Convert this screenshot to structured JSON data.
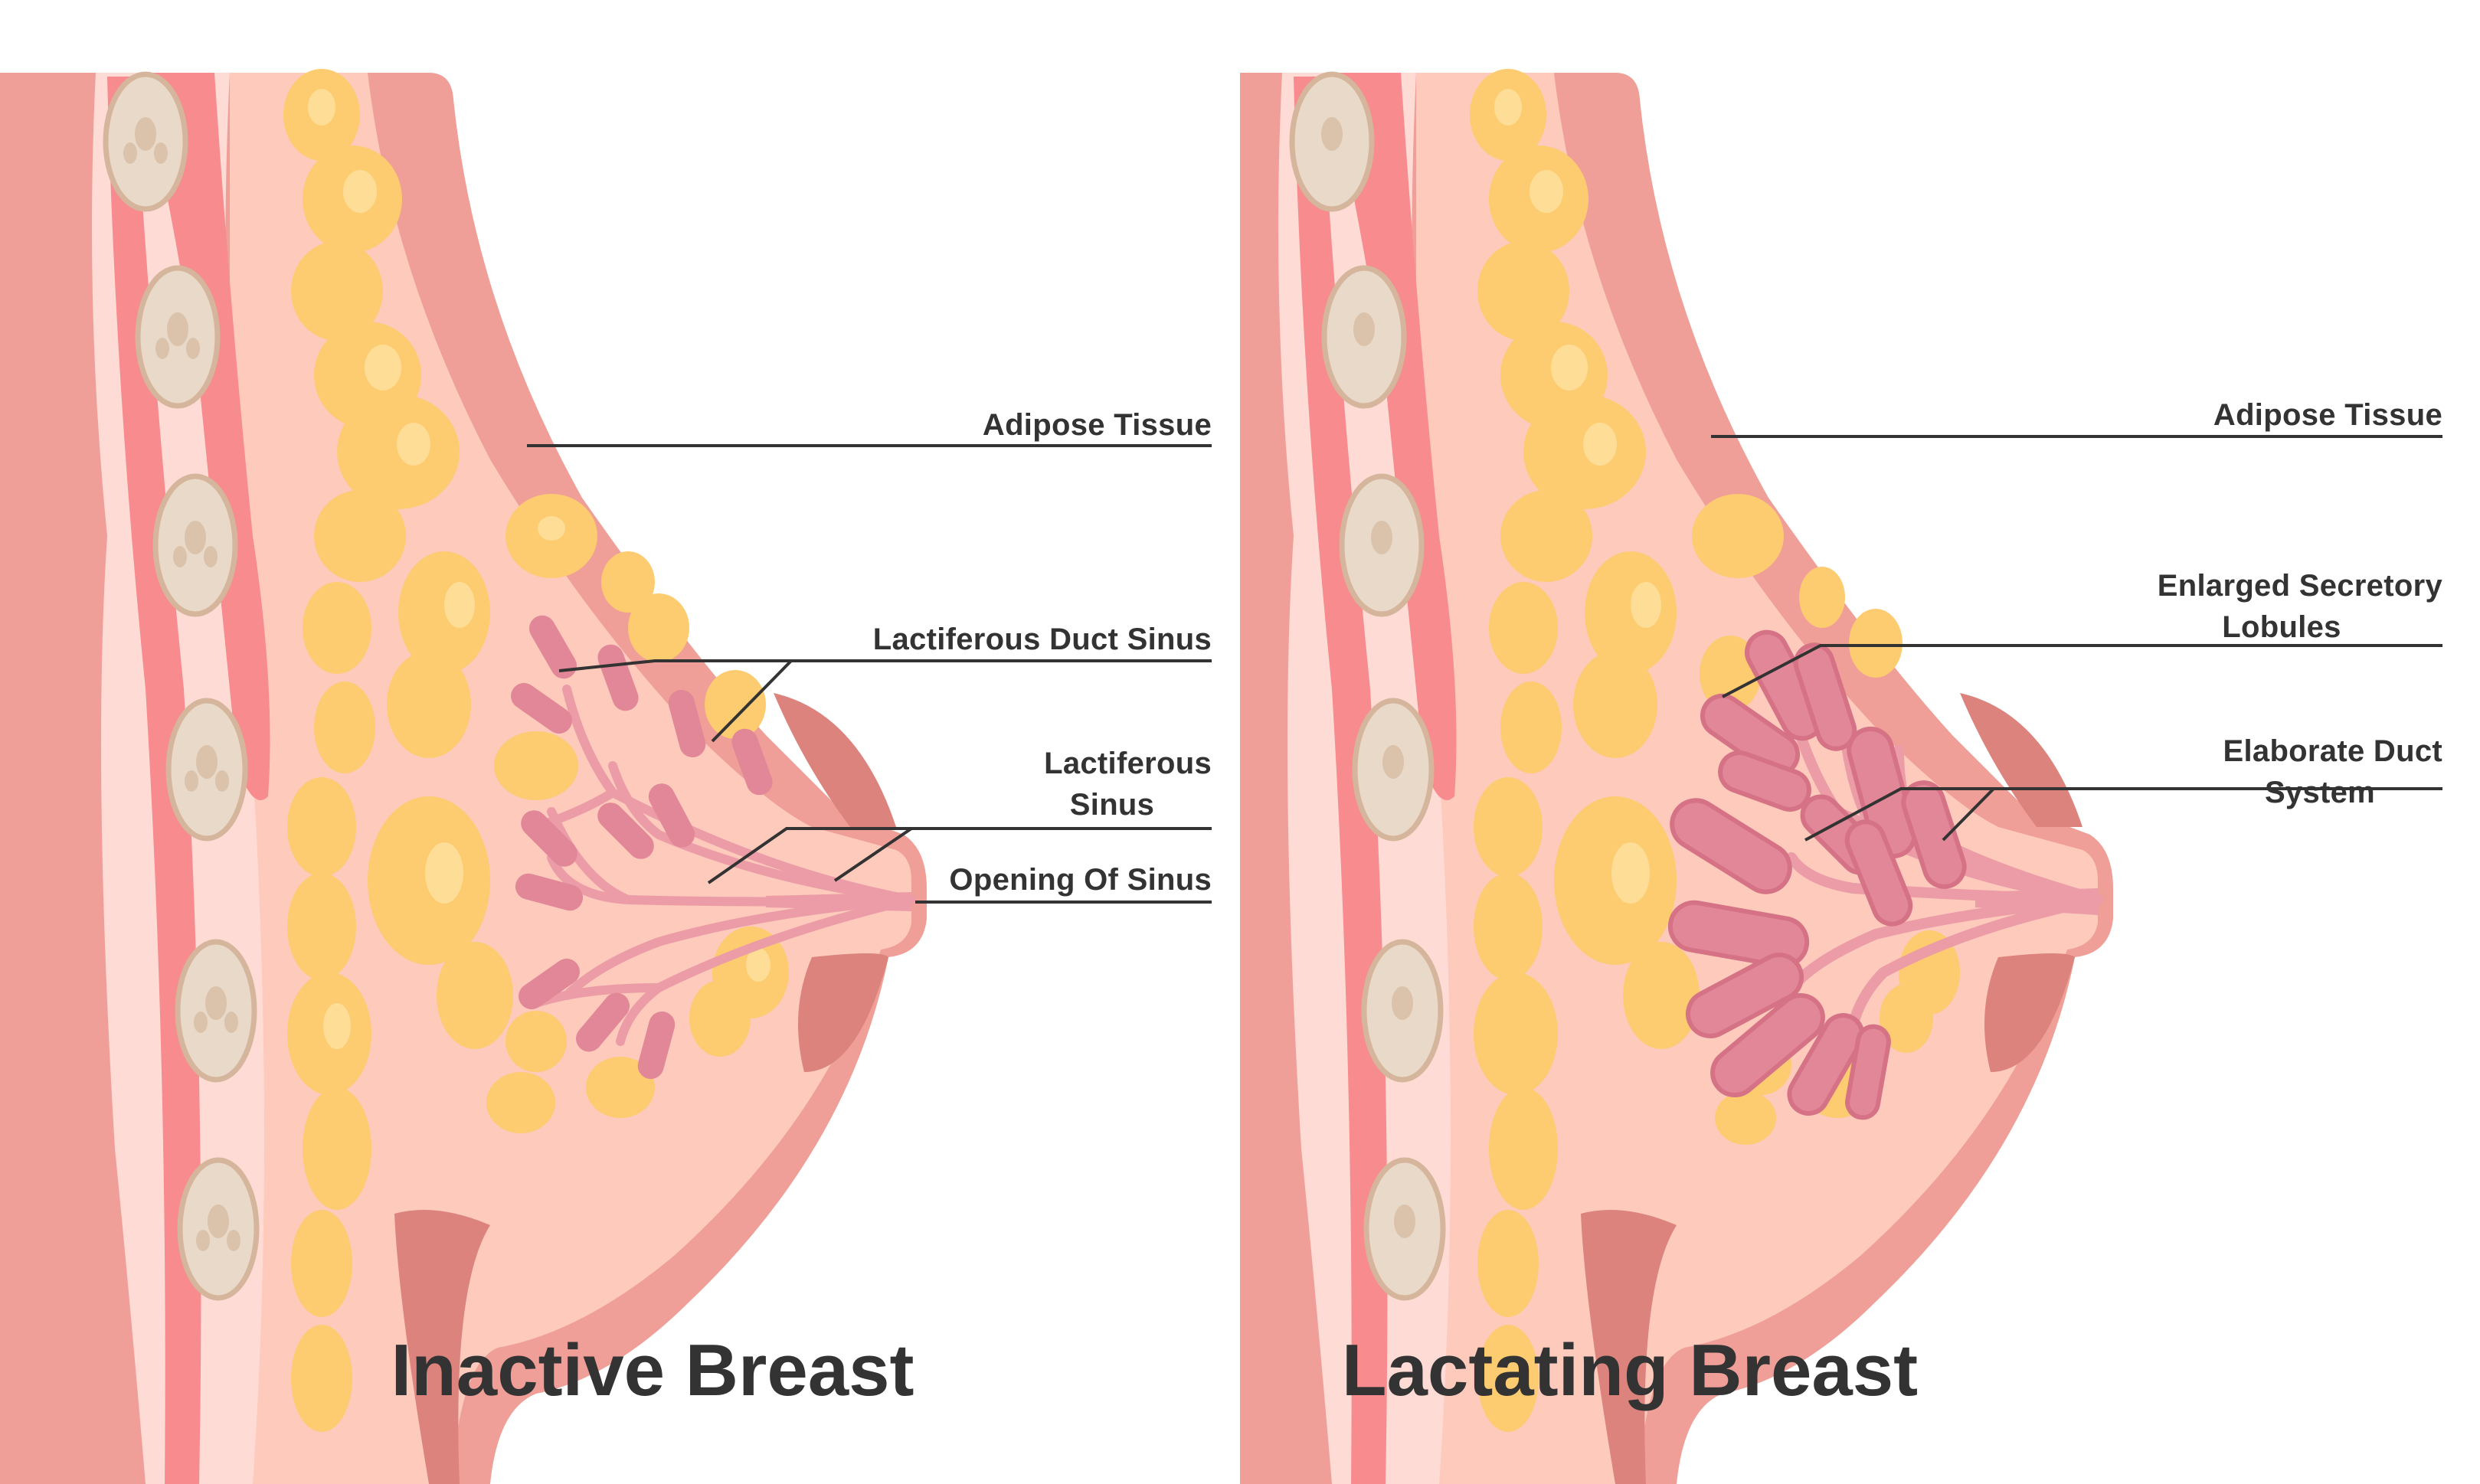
{
  "colors": {
    "background": "#ffffff",
    "text": "#333333",
    "leader_line": "#333333",
    "skin_outer": "#ef9f97",
    "skin_dark": "#db837c",
    "breast_tissue": "#fdcabc",
    "muscle": "#f78b8d",
    "muscle_line": "#f0767a",
    "pale_layer": "#fedbd4",
    "rib_fill": "#e8d9c8",
    "rib_stroke": "#d5b59c",
    "rib_spot": "#dbc2ab",
    "fat": "#fdcb70",
    "fat_dark": "#fdb852",
    "fat_highlight": "#fedd97",
    "lobule": "#e18797",
    "lobule_dark": "#d67286",
    "duct": "#eb9ca6"
  },
  "panels": [
    {
      "id": "inactive",
      "title": "Inactive Breast",
      "labels": [
        {
          "text": "Adipose Tissue",
          "lines": [
            "Adipose Tissue"
          ]
        },
        {
          "text": "Lactiferous Duct Sinus",
          "lines": [
            "Lactiferous Duct Sinus"
          ]
        },
        {
          "text": "Lactiferous Sinus",
          "lines": [
            "Lactiferous",
            "Sinus"
          ]
        },
        {
          "text": "Opening Of Sinus",
          "lines": [
            "Opening Of Sinus"
          ]
        }
      ]
    },
    {
      "id": "lactating",
      "title": "Lactating Breast",
      "labels": [
        {
          "text": "Adipose Tissue",
          "lines": [
            "Adipose Tissue"
          ]
        },
        {
          "text": "Enlarged Secretory Lobules",
          "lines": [
            "Enlarged Secretory",
            "Lobules"
          ]
        },
        {
          "text": "Elaborate Duct System",
          "lines": [
            "Elaborate Duct",
            "System"
          ]
        }
      ]
    }
  ]
}
